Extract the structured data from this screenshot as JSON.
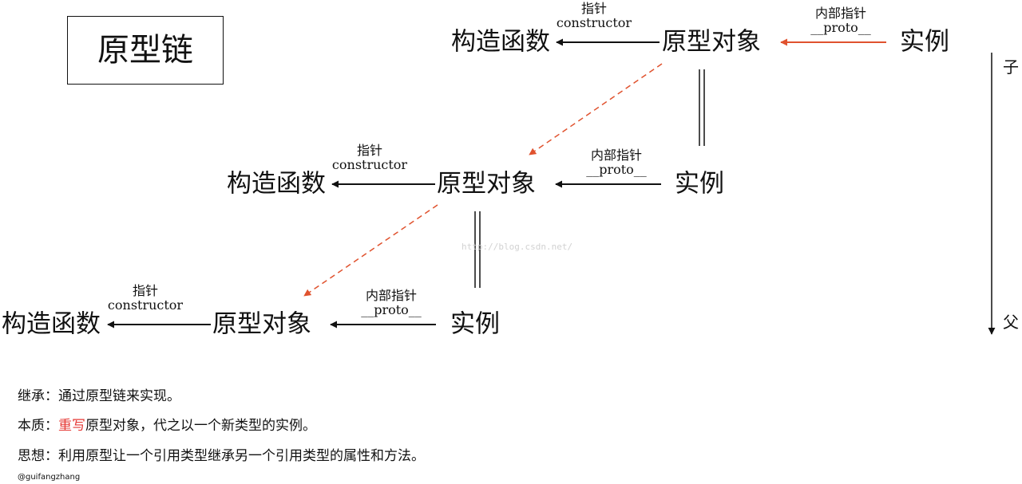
{
  "title": "原型链",
  "levels": [
    {
      "constructor": "构造函数",
      "prototype": "原型对象",
      "instance": "实例",
      "pointer_label": "指针",
      "pointer_sub": "constructor",
      "internal_label": "内部指针",
      "internal_sub": "__proto__"
    },
    {
      "constructor": "构造函数",
      "prototype": "原型对象",
      "instance": "实例",
      "pointer_label": "指针",
      "pointer_sub": "constructor",
      "internal_label": "内部指针",
      "internal_sub": "__proto__"
    },
    {
      "constructor": "构造函数",
      "prototype": "原型对象",
      "instance": "实例",
      "pointer_label": "指针",
      "pointer_sub": "constructor",
      "internal_label": "内部指针",
      "internal_sub": "__proto__"
    }
  ],
  "axis": {
    "top": "子",
    "bottom": "父"
  },
  "watermark": "http://blog.csdn.net/",
  "notes": {
    "inherit_prefix": "继承：",
    "inherit_text": "通过原型链来实现。",
    "essence_prefix": "本质：",
    "essence_highlight": "重写",
    "essence_text": "原型对象，代之以一个新类型的实例。",
    "idea_prefix": "思想：",
    "idea_text": "利用原型让一个引用类型继承另一个引用类型的属性和方法。"
  },
  "author": "@guifangzhang",
  "colors": {
    "line": "#111111",
    "accent": "#e0522e",
    "highlight": "#e53935"
  }
}
